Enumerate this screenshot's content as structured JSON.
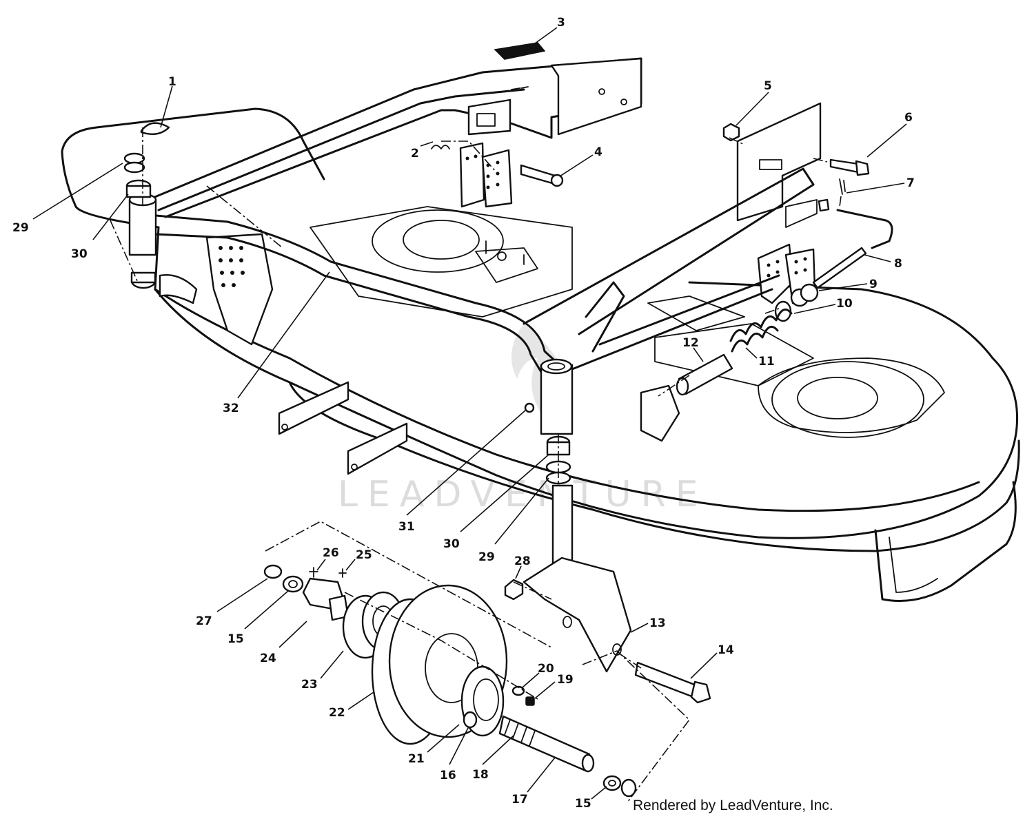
{
  "watermark": "LEADVENTURE",
  "credit": "Rendered by LeadVenture, Inc.",
  "callouts": {
    "c1": "1",
    "c2": "2",
    "c3": "3",
    "c4": "4",
    "c5": "5",
    "c6": "6",
    "c7": "7",
    "c8": "8",
    "c9": "9",
    "c10": "10",
    "c11": "11",
    "c12": "12",
    "c13": "13",
    "c14": "14",
    "c15a": "15",
    "c15b": "15",
    "c16": "16",
    "c17": "17",
    "c18": "18",
    "c19": "19",
    "c20": "20",
    "c21": "21",
    "c22": "22",
    "c23": "23",
    "c24": "24",
    "c25": "25",
    "c26": "26",
    "c27": "27",
    "c28": "28",
    "c29a": "29",
    "c29b": "29",
    "c30a": "30",
    "c30b": "30",
    "c31": "31",
    "c32": "32"
  }
}
